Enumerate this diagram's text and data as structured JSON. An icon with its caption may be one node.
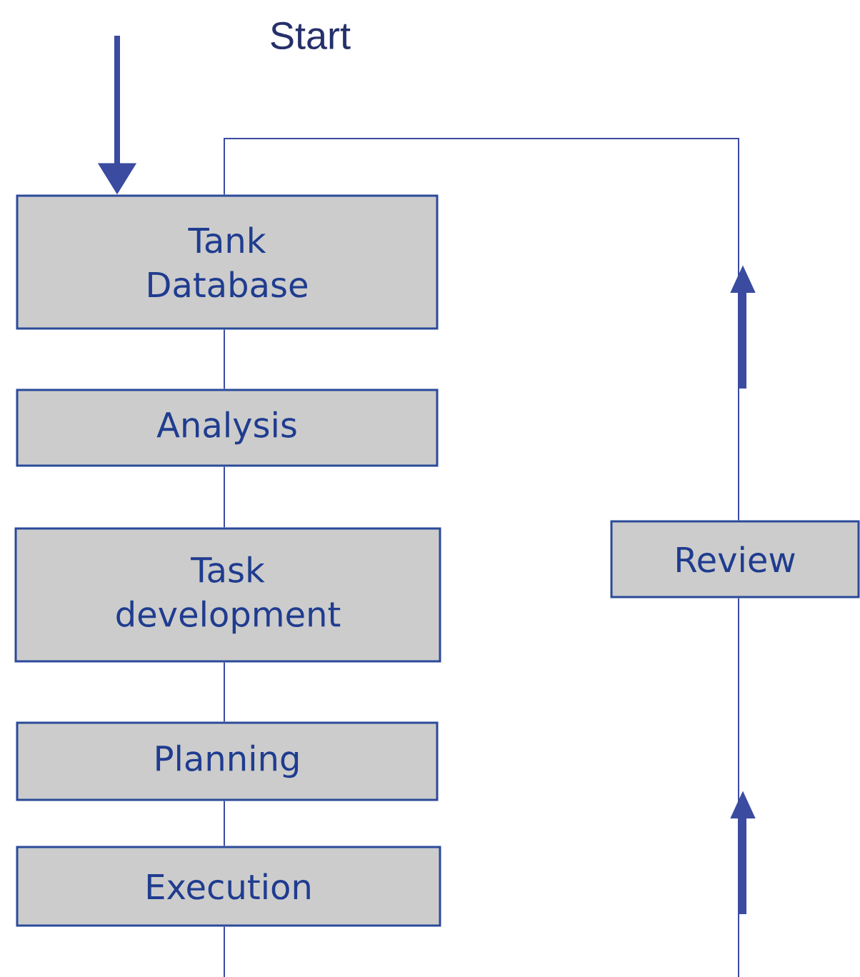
{
  "diagram": {
    "nodes": [
      {
        "text": [
          "Tank Database"
        ]
      },
      {
        "text": [
          "Analysis"
        ]
      },
      {
        "text": [
          "Task development"
        ]
      },
      {
        "text": [
          "Planning"
        ]
      },
      {
        "text": [
          "Execution"
        ]
      },
      {
        "text": [
          "Review"
        ]
      }
    ],
    "edges": [
      {
        "from": null,
        "to": 0,
        "arrow": "to",
        "style": "thick"
      },
      {
        "from": 0,
        "to": 1,
        "arrow": "none"
      },
      {
        "from": 1,
        "to": 2,
        "arrow": "none"
      },
      {
        "from": 2,
        "to": 3,
        "arrow": "none"
      },
      {
        "from": 3,
        "to": 4,
        "arrow": "none"
      },
      {
        "from": 4,
        "to": null,
        "arrow": "none"
      },
      {
        "from": null,
        "to": 5,
        "arrow": "none"
      },
      {
        "from": 5,
        "to": 0,
        "arrow": "none"
      }
    ],
    "labels": [
      "Start"
    ]
  }
}
